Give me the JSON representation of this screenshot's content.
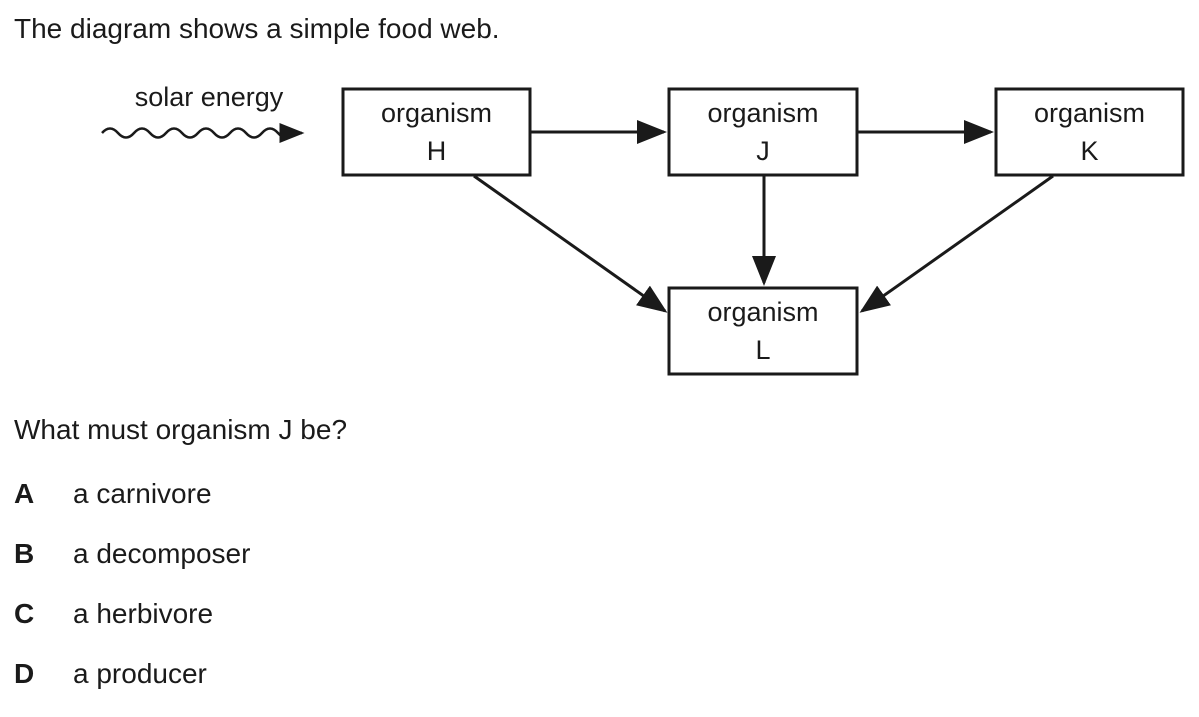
{
  "intro": "The diagram shows a simple food web.",
  "diagram": {
    "energy_label": "solar energy",
    "nodes": {
      "H": {
        "line1": "organism",
        "line2": "H"
      },
      "J": {
        "line1": "organism",
        "line2": "J"
      },
      "K": {
        "line1": "organism",
        "line2": "K"
      },
      "L": {
        "line1": "organism",
        "line2": "L"
      }
    },
    "edges": [
      {
        "from": "sun",
        "to": "H"
      },
      {
        "from": "H",
        "to": "J"
      },
      {
        "from": "J",
        "to": "K"
      },
      {
        "from": "H",
        "to": "L"
      },
      {
        "from": "J",
        "to": "L"
      },
      {
        "from": "K",
        "to": "L"
      }
    ]
  },
  "question": "What must organism J be?",
  "options": [
    {
      "letter": "A",
      "text": "a carnivore"
    },
    {
      "letter": "B",
      "text": "a decomposer"
    },
    {
      "letter": "C",
      "text": "a herbivore"
    },
    {
      "letter": "D",
      "text": "a producer"
    }
  ]
}
